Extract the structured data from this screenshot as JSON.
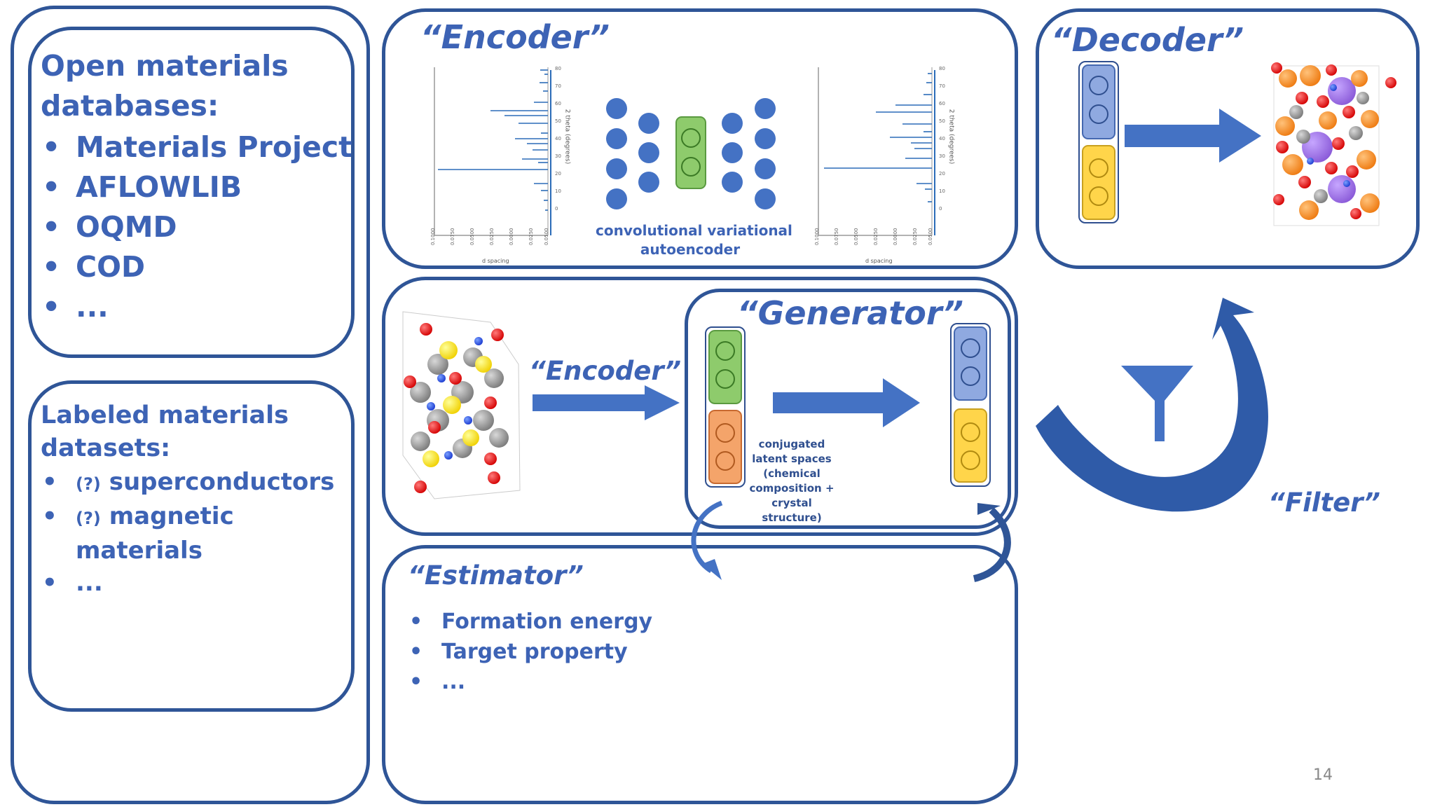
{
  "databases": {
    "title_line1": "Open materials",
    "title_line2": "databases:",
    "items": [
      "Materials Project",
      "AFLOWLIB",
      "OQMD",
      "COD",
      "..."
    ]
  },
  "datasets": {
    "title_line1": "Labeled materials",
    "title_line2": "datasets:",
    "items": [
      {
        "prefix": "(?)",
        "text": "superconductors"
      },
      {
        "prefix": "(?)",
        "text": "magnetic"
      },
      {
        "prefix": "",
        "text": "materials",
        "continuation": true
      },
      {
        "prefix": "",
        "text": "..."
      }
    ]
  },
  "encoder_panel": {
    "title": "“Encoder”",
    "caption_line1": "convolutional variational",
    "caption_line2": "autoencoder",
    "spectrum_axis_side": "2 theta (degrees)",
    "spectrum_axis_bottom": "d spacing"
  },
  "decoder_panel": {
    "title": "“Decoder”"
  },
  "generator_panel": {
    "encoder_label": "“Encoder”",
    "title": "“Generator”",
    "latent_line1": "conjugated",
    "latent_line2": "latent spaces",
    "latent_line3": "(chemical",
    "latent_line4": "composition +",
    "latent_line5": "crystal",
    "latent_line6": "structure)"
  },
  "estimator_panel": {
    "title": "“Estimator”",
    "items": [
      "Formation energy",
      "Target property",
      "..."
    ]
  },
  "filter_label": "“Filter”",
  "page_number": "14",
  "colors": {
    "primary": "#2f5597",
    "text": "#3d63b5",
    "arrow": "#4472c4",
    "latent_green": "#8ecb6c",
    "latent_orange": "#f4a46a",
    "latent_blue": "#8fa9e0",
    "latent_yellow": "#ffd54a"
  }
}
